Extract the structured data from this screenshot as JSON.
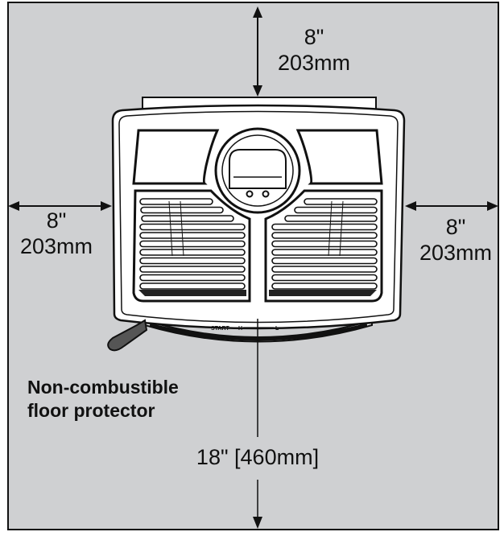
{
  "clearances": {
    "top": {
      "inches": "8\"",
      "mm": "203mm"
    },
    "left": {
      "inches": "8\"",
      "mm": "203mm"
    },
    "right": {
      "inches": "8\"",
      "mm": "203mm"
    },
    "front": {
      "label": "18\" [460mm]"
    }
  },
  "floor_protector": {
    "line1": "Non-combustible",
    "line2": "floor protector"
  },
  "stove": {
    "dial_start": "START",
    "dial_h": "H",
    "dial_l": "L"
  },
  "colors": {
    "floor": "#cfd0d2",
    "outline": "#111111",
    "stove_body": "#ffffff"
  }
}
